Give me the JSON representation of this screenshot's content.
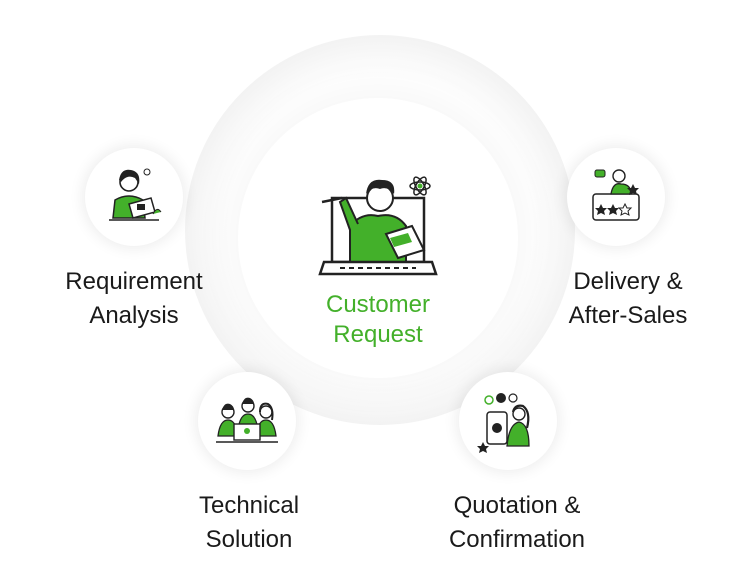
{
  "center": {
    "label_line1": "Customer",
    "label_line2": "Request",
    "color": "#43b02a"
  },
  "nodes": [
    {
      "id": "requirement-analysis",
      "line1": "Requirement",
      "line2": "Analysis",
      "icon": "person-reading-icon"
    },
    {
      "id": "delivery-after-sales",
      "line1": "Delivery &",
      "line2": "After-Sales",
      "icon": "rating-review-icon"
    },
    {
      "id": "technical-solution",
      "line1": "Technical",
      "line2": "Solution",
      "icon": "team-laptop-icon"
    },
    {
      "id": "quotation-confirmation",
      "line1": "Quotation &",
      "line2": "Confirmation",
      "icon": "phone-payment-icon"
    }
  ],
  "colors": {
    "accent": "#43b02a",
    "text": "#1a1a1a"
  }
}
